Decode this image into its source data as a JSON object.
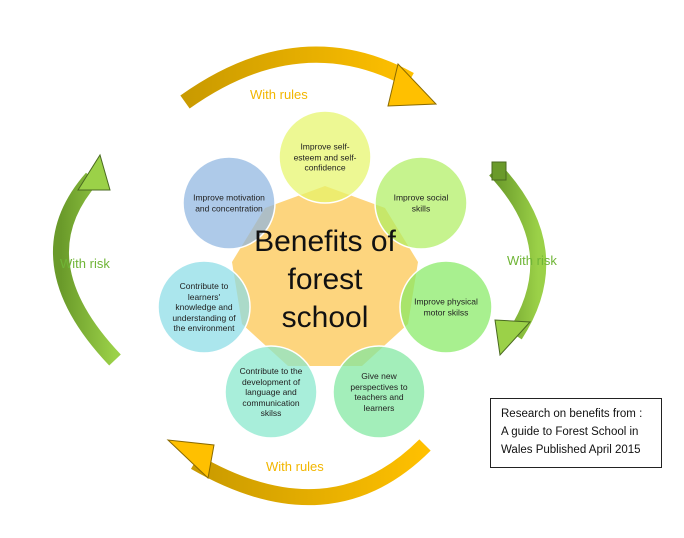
{
  "title": "Benefits of forest school",
  "labels": {
    "top": "With rules",
    "bottom": "With rules",
    "left": "With risk",
    "right": "With risk"
  },
  "benefits": [
    "Improve self-esteem and self-confidence",
    "Improve social skills",
    "Improve physical motor skilss",
    "Give new perspectives to teachers and learners",
    "Contribute to the development of language and communication skilss",
    "Contribute to learners' knowledge and understanding of the environment",
    "Improve motivation and concentration"
  ],
  "source_note": "Research on benefits  from : A guide to Forest School in Wales Published April 2015",
  "colors": {
    "gold": "#e0a800",
    "green": "#7cbb3a",
    "center": "#fdd57e"
  }
}
